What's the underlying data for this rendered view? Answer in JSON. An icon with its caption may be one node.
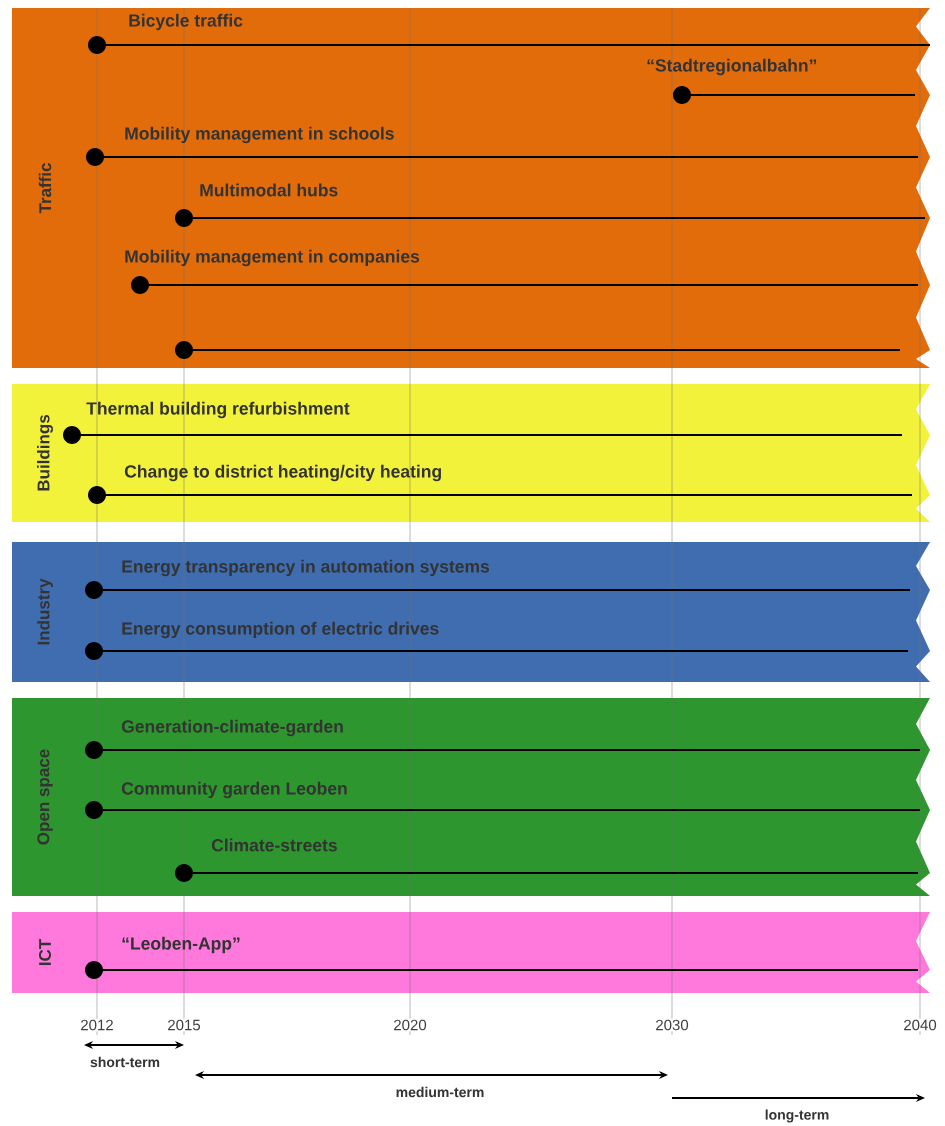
{
  "diagram": {
    "nodes": [
      {
        "text": [
          "Traffic"
        ]
      },
      {
        "text": [
          "Bicycle traffic"
        ],
        "in": 0
      },
      {
        "text": [
          "“Stadtregionalbahn”"
        ],
        "in": 0
      },
      {
        "text": [
          "Mobility management in schools"
        ],
        "in": 0
      },
      {
        "text": [
          "Multimodal hubs"
        ],
        "in": 0
      },
      {
        "text": [
          "Mobility management in companies"
        ],
        "in": 0
      },
      {
        "text": [],
        "shape": "bar",
        "in": 0
      },
      {
        "text": [
          "Buildings"
        ]
      },
      {
        "text": [
          "Thermal building refurbishment"
        ],
        "in": 7
      },
      {
        "text": [
          "Change to district heating/city heating"
        ],
        "in": 7
      },
      {
        "text": [
          "Industry"
        ]
      },
      {
        "text": [
          "Energy transparency in automation systems"
        ],
        "in": 10
      },
      {
        "text": [
          "Energy consumption of electric drives"
        ],
        "in": 10
      },
      {
        "text": [
          "Open space"
        ]
      },
      {
        "text": [
          "Generation-climate-garden"
        ],
        "in": 13
      },
      {
        "text": [
          "Community garden Leoben"
        ],
        "in": 13
      },
      {
        "text": [
          "Climate-streets"
        ],
        "in": 13
      },
      {
        "text": [
          "ICT"
        ]
      },
      {
        "text": [
          "“Leoben-App”"
        ],
        "in": 17
      }
    ],
    "labels": [
      "2012",
      "2015",
      "2020",
      "2030",
      "2040",
      "short-term",
      "medium-term",
      "long-term"
    ]
  }
}
